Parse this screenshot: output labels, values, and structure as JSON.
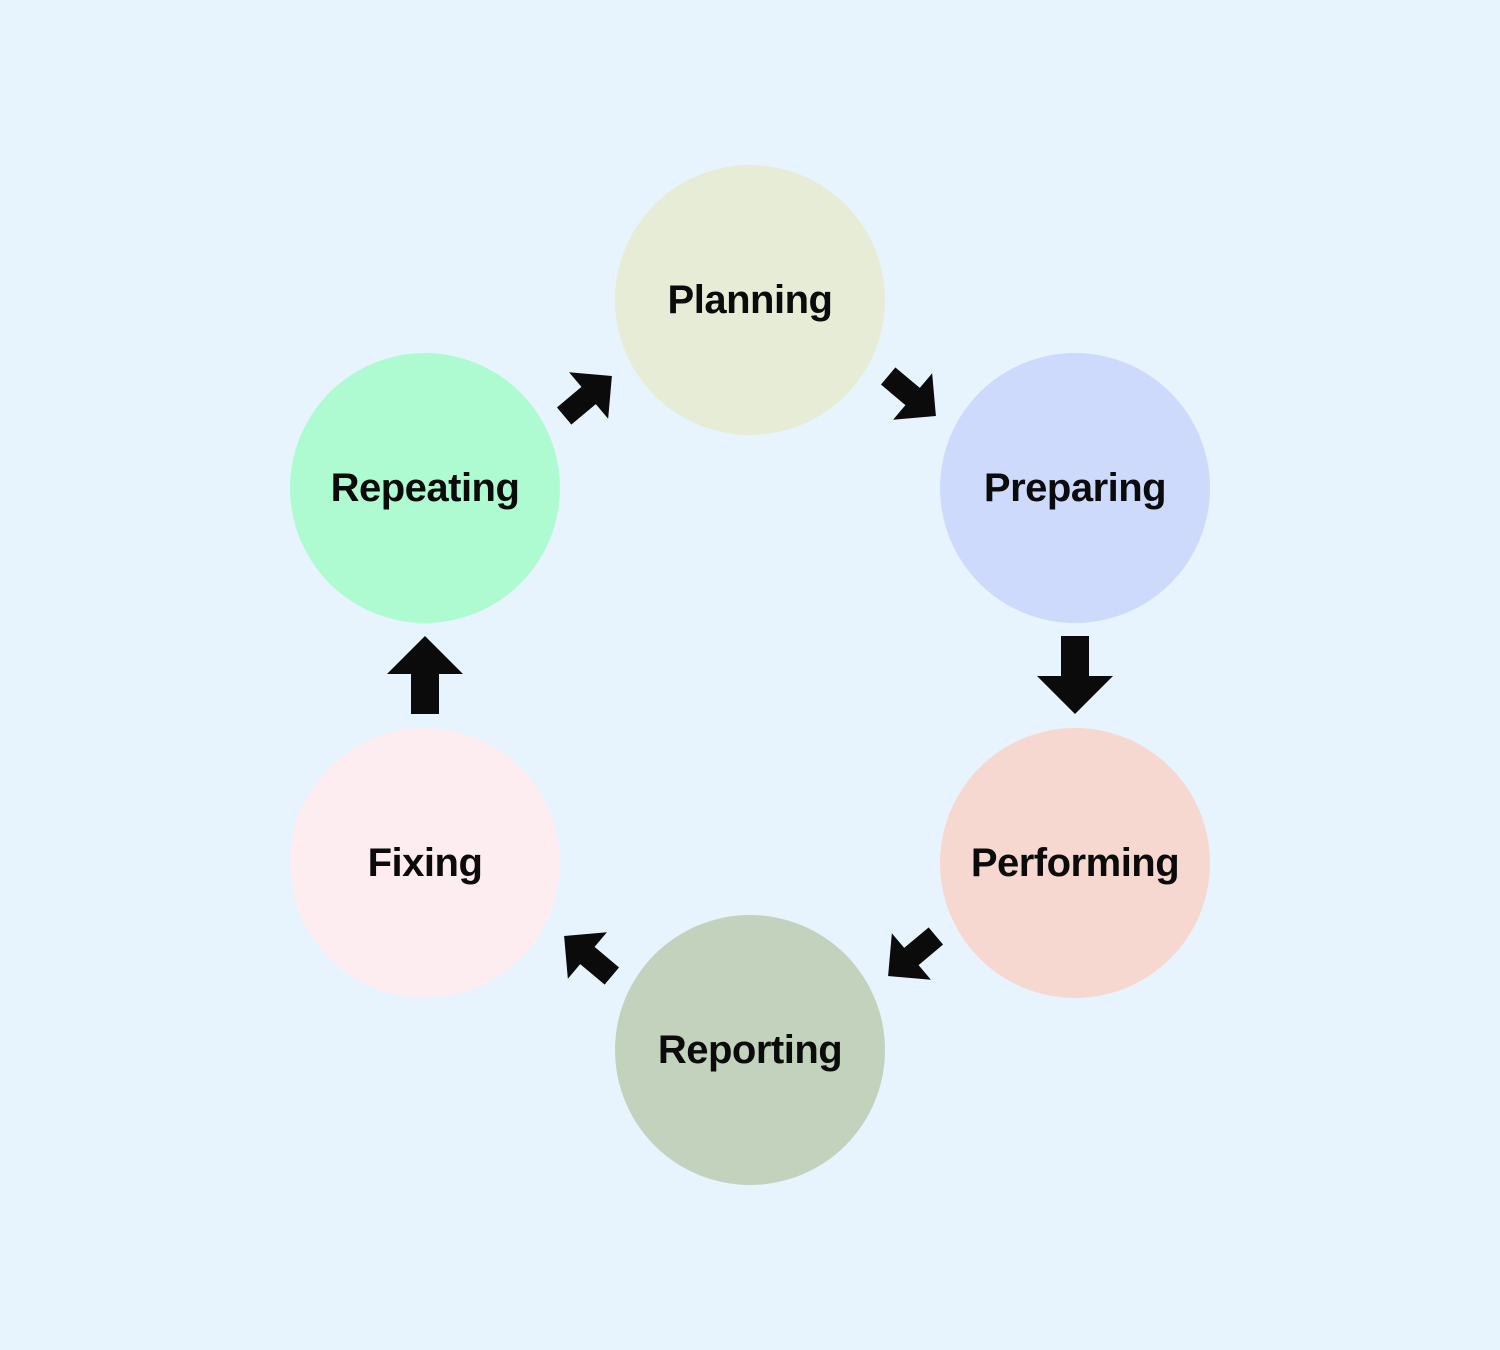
{
  "diagram": {
    "type": "cycle",
    "background_color": "#E8F4FD",
    "arrow_color": "#0B0B0B",
    "text_color": "#0B0B0B",
    "nodes": [
      {
        "id": "planning",
        "label": "Planning",
        "color": "#E6ECD6"
      },
      {
        "id": "preparing",
        "label": "Preparing",
        "color": "#CDDAFB"
      },
      {
        "id": "performing",
        "label": "Performing",
        "color": "#F7D8D1"
      },
      {
        "id": "reporting",
        "label": "Reporting",
        "color": "#C3D2BD"
      },
      {
        "id": "fixing",
        "label": "Fixing",
        "color": "#FDECF0"
      },
      {
        "id": "repeating",
        "label": "Repeating",
        "color": "#AEFBD2"
      }
    ],
    "flow": [
      "Planning",
      "Preparing",
      "Performing",
      "Reporting",
      "Fixing",
      "Repeating",
      "Planning"
    ]
  }
}
